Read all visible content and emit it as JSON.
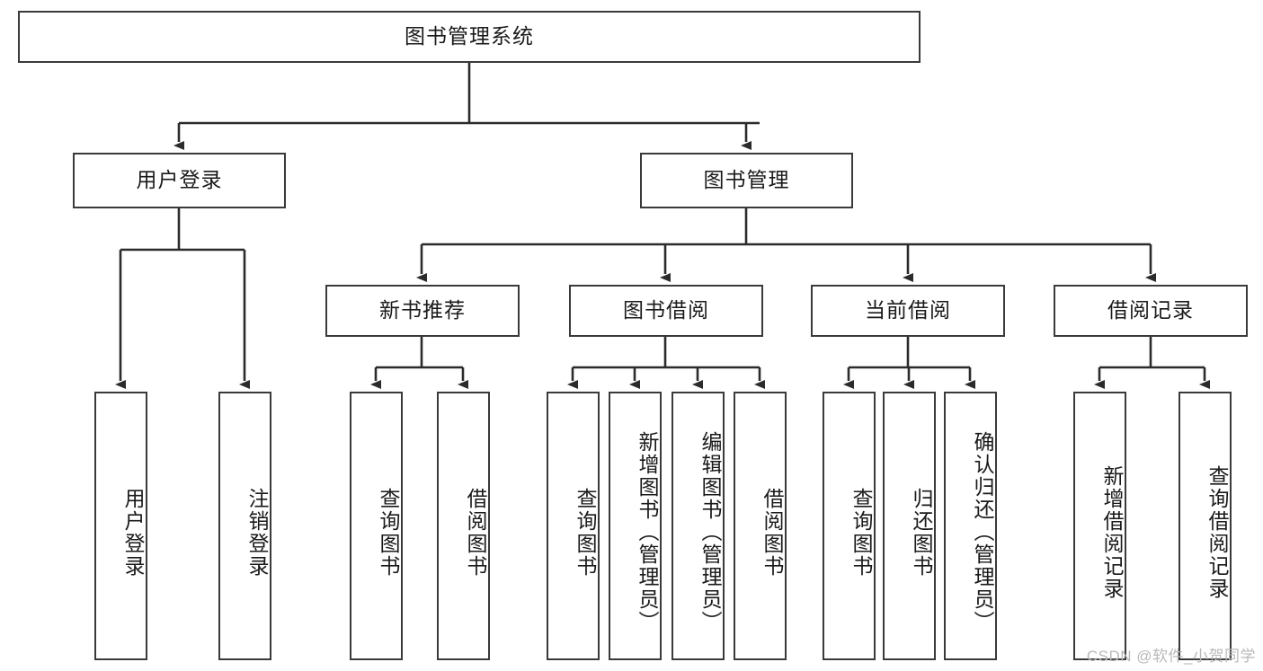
{
  "diagram": {
    "type": "tree",
    "title": "图书管理系统",
    "watermark": "CSDN @软件_小贺同学",
    "colors": {
      "box_border": "#3a3a3a",
      "box_fill": "#ffffff",
      "edge": "#2b2b2b",
      "text": "#1a1a1a",
      "watermark": "#b9b9b9",
      "background": "#ffffff"
    },
    "root": {
      "label": "图书管理系统"
    },
    "level2": [
      {
        "label": "用户登录"
      },
      {
        "label": "图书管理"
      }
    ],
    "level3": [
      {
        "label": "新书推荐"
      },
      {
        "label": "图书借阅"
      },
      {
        "label": "当前借阅"
      },
      {
        "label": "借阅记录"
      }
    ],
    "leaves": {
      "user_login": [
        {
          "label": "用户登录"
        },
        {
          "label": "注销登录"
        }
      ],
      "new_book_recommend": [
        {
          "label": "查询图书"
        },
        {
          "label": "借阅图书"
        }
      ],
      "book_borrow": [
        {
          "label": "查询图书"
        },
        {
          "label": "新增图书（管理员）"
        },
        {
          "label": "编辑图书（管理员）"
        },
        {
          "label": "借阅图书"
        }
      ],
      "current_borrow": [
        {
          "label": "查询图书"
        },
        {
          "label": "归还图书"
        },
        {
          "label": "确认归还（管理员）"
        }
      ],
      "borrow_record": [
        {
          "label": "新增借阅记录"
        },
        {
          "label": "查询借阅记录"
        }
      ]
    }
  }
}
